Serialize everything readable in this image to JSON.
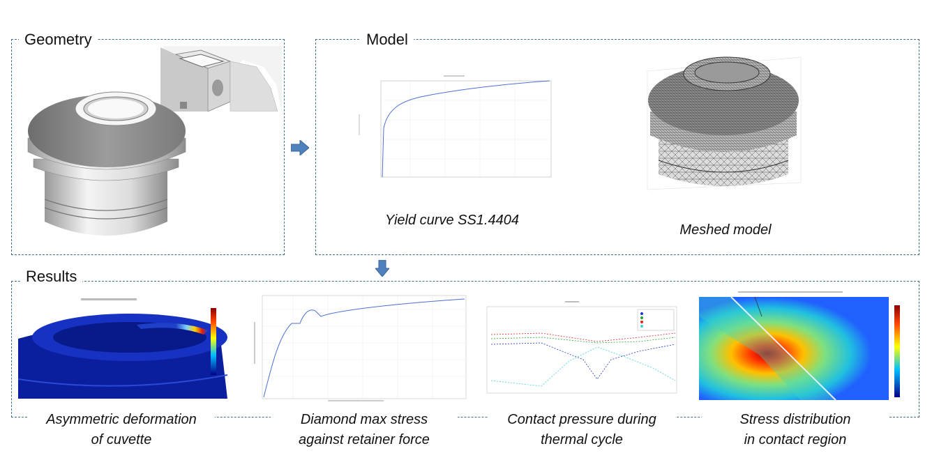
{
  "panels": {
    "geometry": {
      "title": "Geometry"
    },
    "model": {
      "title": "Model"
    },
    "results": {
      "title": "Results"
    }
  },
  "captions": {
    "yield_curve": "Yield curve SS1.4404",
    "meshed_model": "Meshed model",
    "asym_line1": "Asymmetric deformation",
    "asym_line2": "of cuvette",
    "diamond_line1": "Diamond max stress",
    "diamond_line2": "against retainer force",
    "contact_line1": "Contact pressure during",
    "contact_line2": "thermal cycle",
    "stress_line1": "Stress distribution",
    "stress_line2": "in contact region"
  },
  "icons": {
    "right_arrow": "arrow-right-icon",
    "down_arrow": "arrow-down-icon"
  },
  "colors": {
    "border": "#3d6f88",
    "arrow": "#4f81bd"
  }
}
